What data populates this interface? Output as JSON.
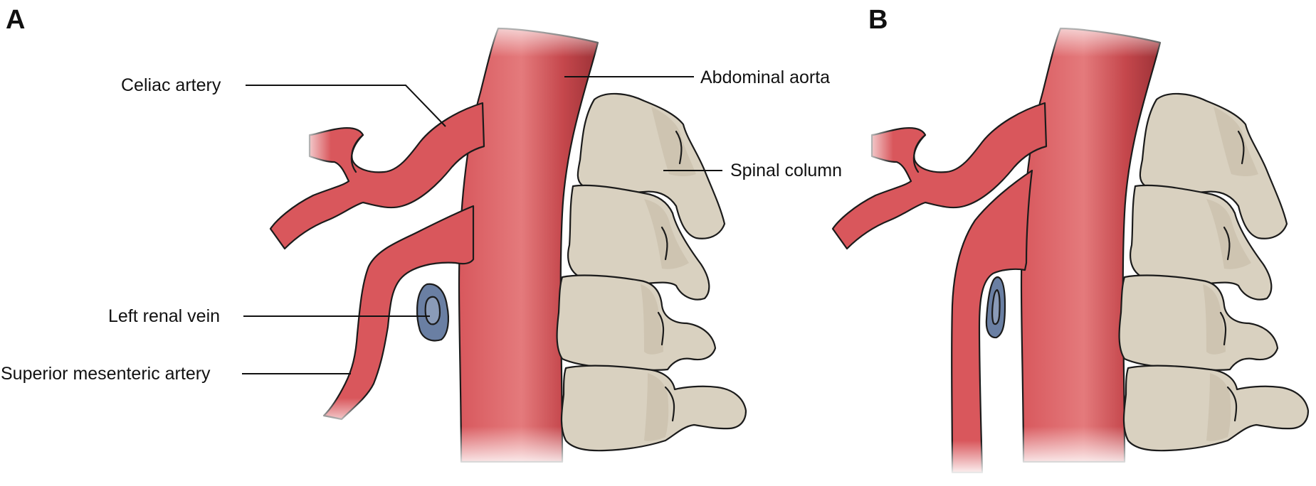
{
  "panels": [
    {
      "letter": "A",
      "labels": {
        "celiac_artery": "Celiac artery",
        "abdominal_aorta": "Abdominal aorta",
        "spinal_column": "Spinal column",
        "left_renal_vein": "Left renal vein",
        "superior_mesenteric_artery": "Superior mesenteric artery"
      }
    },
    {
      "letter": "B"
    }
  ],
  "colors": {
    "artery": "#e06468",
    "artery_dark": "#a8373c",
    "vein": "#6a7fa3",
    "bone": "#d9d1c0",
    "outline": "#1b1b1b"
  }
}
